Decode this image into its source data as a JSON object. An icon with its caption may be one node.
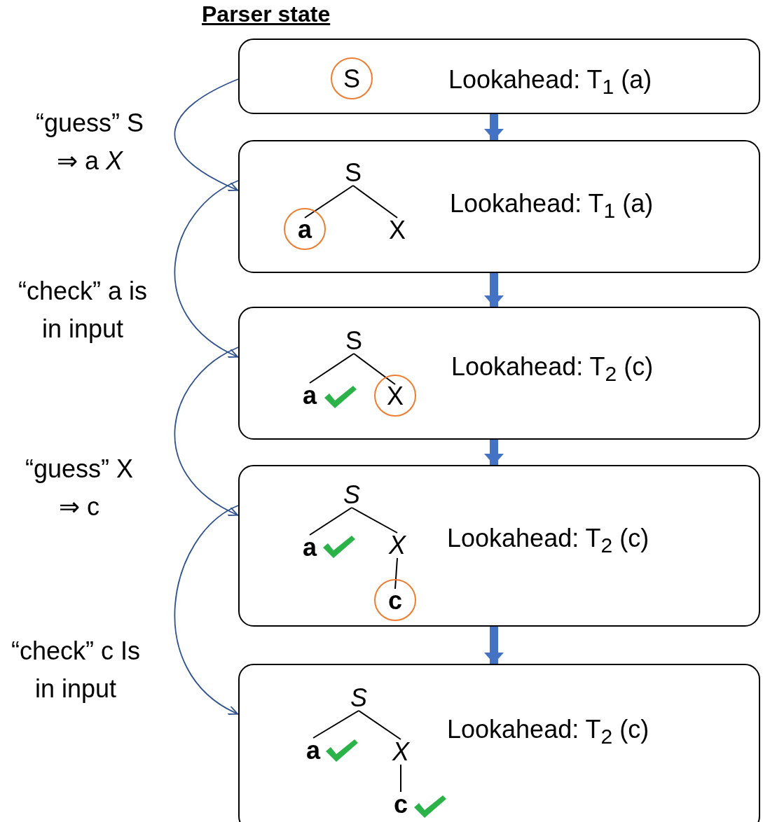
{
  "diagram": {
    "title": "Parser state",
    "nodes": [
      {
        "text": [
          "Lookahead: T$_{1}$ (a)"
        ]
      },
      {
        "text": [
          "S"
        ],
        "in": 0
      },
      {
        "text": [
          "Lookahead: T$_{1}$ (a)"
        ]
      },
      {
        "text": [
          "S"
        ],
        "in": 2
      },
      {
        "text": [
          "a"
        ],
        "in": 2
      },
      {
        "text": [
          "X"
        ],
        "in": 2
      },
      {
        "text": [
          "Lookahead:  T$_{2}$ (c)"
        ]
      },
      {
        "text": [
          "S"
        ],
        "in": 6
      },
      {
        "text": [
          "a"
        ],
        "in": 6
      },
      {
        "text": [
          "X"
        ],
        "in": 6
      },
      {
        "text": [
          "Lookahead: T$_{2}$ (c)"
        ]
      },
      {
        "text": [
          "S"
        ],
        "in": 10
      },
      {
        "text": [
          "a"
        ],
        "in": 10
      },
      {
        "text": [
          "X"
        ],
        "in": 10
      },
      {
        "text": [
          "c"
        ],
        "in": 10
      },
      {
        "text": [
          "Lookahead: T$_{2}$ (c)"
        ]
      },
      {
        "text": [
          "S"
        ],
        "in": 15
      },
      {
        "text": [
          "a"
        ],
        "in": 15
      },
      {
        "text": [
          "X"
        ],
        "in": 15
      },
      {
        "text": [
          "c"
        ],
        "in": 15
      }
    ],
    "edges": [
      {
        "from": 0,
        "to": 2,
        "arrow": "to",
        "style": "thick",
        "color": "#4472c4"
      },
      {
        "from": 0,
        "to": 2,
        "arrow": "to",
        "label": "“guess” S ⇒ a *X*",
        "color": "#2f528f"
      },
      {
        "from": 2,
        "to": 6,
        "arrow": "to",
        "style": "thick",
        "color": "#4472c4"
      },
      {
        "from": 2,
        "to": 6,
        "arrow": "to",
        "label": "“check” a is in input",
        "color": "#2f528f"
      },
      {
        "from": 6,
        "to": 10,
        "arrow": "to",
        "style": "thick",
        "color": "#4472c4"
      },
      {
        "from": 6,
        "to": 10,
        "arrow": "to",
        "label": "“guess” X ⇒ c",
        "color": "#2f528f"
      },
      {
        "from": 10,
        "to": 15,
        "arrow": "to",
        "style": "thick",
        "color": "#4472c4"
      },
      {
        "from": 10,
        "to": 15,
        "arrow": "to",
        "label": "“check” c Is in input",
        "color": "#2f528f"
      },
      {
        "from": 3,
        "to": 4,
        "arrow": "none"
      },
      {
        "from": 3,
        "to": 5,
        "arrow": "none"
      },
      {
        "from": 7,
        "to": 8,
        "arrow": "none"
      },
      {
        "from": 7,
        "to": 9,
        "arrow": "none"
      },
      {
        "from": 11,
        "to": 12,
        "arrow": "none"
      },
      {
        "from": 11,
        "to": 13,
        "arrow": "none"
      },
      {
        "from": 13,
        "to": 14,
        "arrow": "none"
      },
      {
        "from": 16,
        "to": 17,
        "arrow": "none"
      },
      {
        "from": 16,
        "to": 18,
        "arrow": "none"
      },
      {
        "from": 18,
        "to": 19,
        "arrow": "none"
      }
    ]
  }
}
